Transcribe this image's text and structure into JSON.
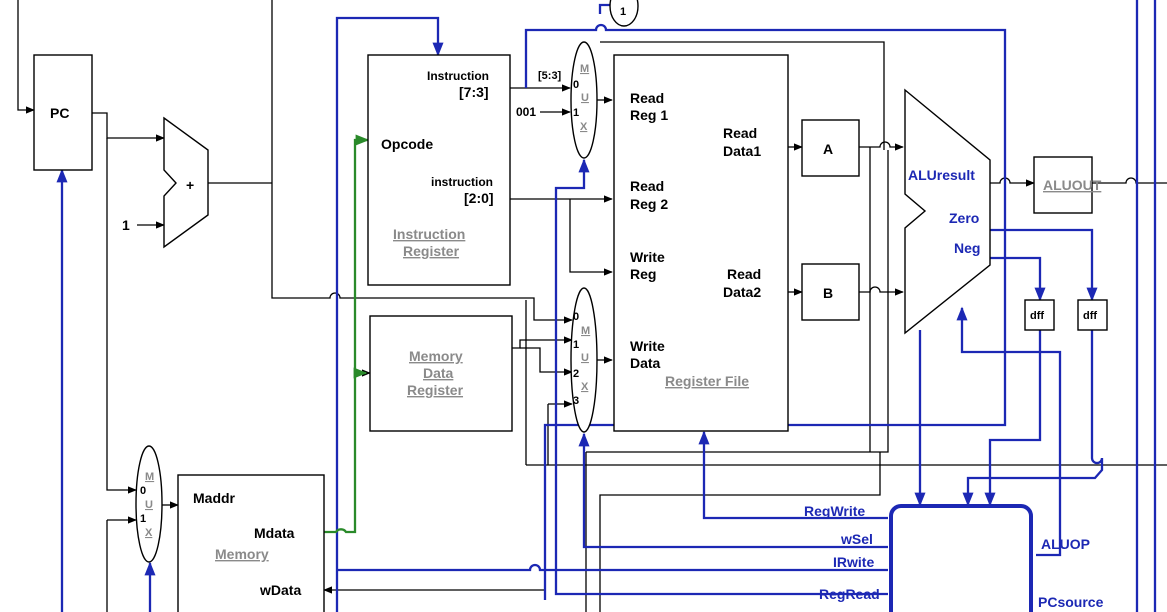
{
  "pc": {
    "label": "PC"
  },
  "adder": {
    "symbol": "+",
    "const_input": "1"
  },
  "instruction_register": {
    "field_top_a": "Instruction",
    "field_top_b": "[7:3]",
    "opcode": "Opcode",
    "field_bottom_a": "instruction",
    "field_bottom_b": "[2:0]",
    "title_a": "Instruction",
    "title_b": "Register"
  },
  "memory_data_register": {
    "title_a": "Memory",
    "title_b": "Data",
    "title_b2": "Register"
  },
  "memory": {
    "maddr": "Maddr",
    "mdata": "Mdata",
    "title": "Memory",
    "wdata": "wData"
  },
  "mux_top": {
    "letters": [
      "M",
      "0",
      "U",
      "1",
      "X"
    ],
    "in_a": "[5:3]",
    "in_b": "001",
    "top_port": "1"
  },
  "mux_mid": {
    "letters": [
      "0",
      "M",
      "1",
      "U",
      "2",
      "X",
      "3"
    ]
  },
  "mux_left": {
    "letters": [
      "M",
      "0",
      "U",
      "1",
      "X"
    ]
  },
  "register_file": {
    "read_reg1_a": "Read",
    "read_reg1_b": "Reg 1",
    "read_reg2_a": "Read",
    "read_reg2_b": "Reg 2",
    "write_reg_a": "Write",
    "write_reg_b": "Reg",
    "write_data_a": "Write",
    "write_data_b": "Data",
    "read_data1_a": "Read",
    "read_data1_b": "Data1",
    "read_data2_a": "Read",
    "read_data2_b": "Data2",
    "title": "Register File"
  },
  "reg_a": "A",
  "reg_b": "B",
  "alu": {
    "result": "ALUresult",
    "zero": "Zero",
    "neg": "Neg"
  },
  "aluout": "ALUOUT",
  "dff_1": "dff",
  "dff_2": "dff",
  "control": {
    "reg_write": "RegWrite",
    "wsel": "wSel",
    "ir_write": "IRwite",
    "reg_read": "RegRead",
    "aluop": "ALUOP",
    "pc_source": "PCsource"
  },
  "colors": {
    "control_blue": "#1c28b4",
    "data_green": "#2a8a2a",
    "title_gray": "#8a8a8a"
  }
}
